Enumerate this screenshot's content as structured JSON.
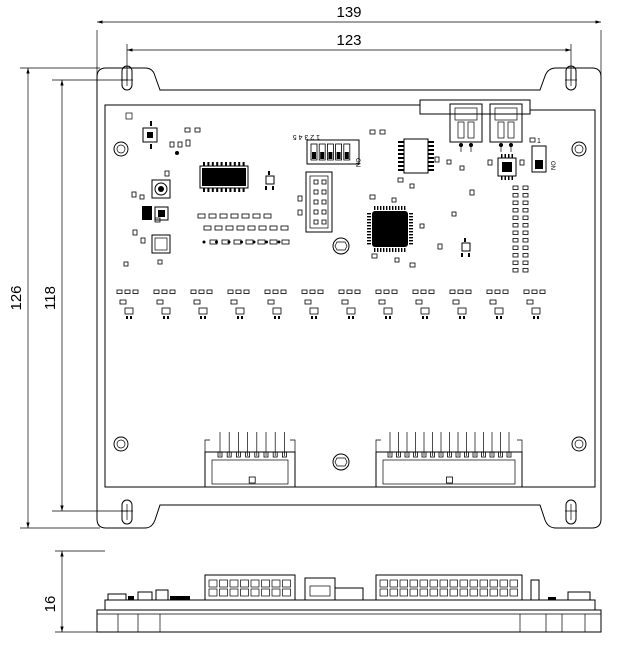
{
  "dimensions": {
    "overall_width": "139",
    "hole_spacing_width": "123",
    "overall_height": "126",
    "hole_spacing_height": "118",
    "side_thickness": "16"
  },
  "labels": {
    "dip_switch_numbers": "1 2 3 4 5",
    "dip_switch_on": "ON",
    "small_switch_number": "1",
    "small_switch_on": "ON"
  }
}
